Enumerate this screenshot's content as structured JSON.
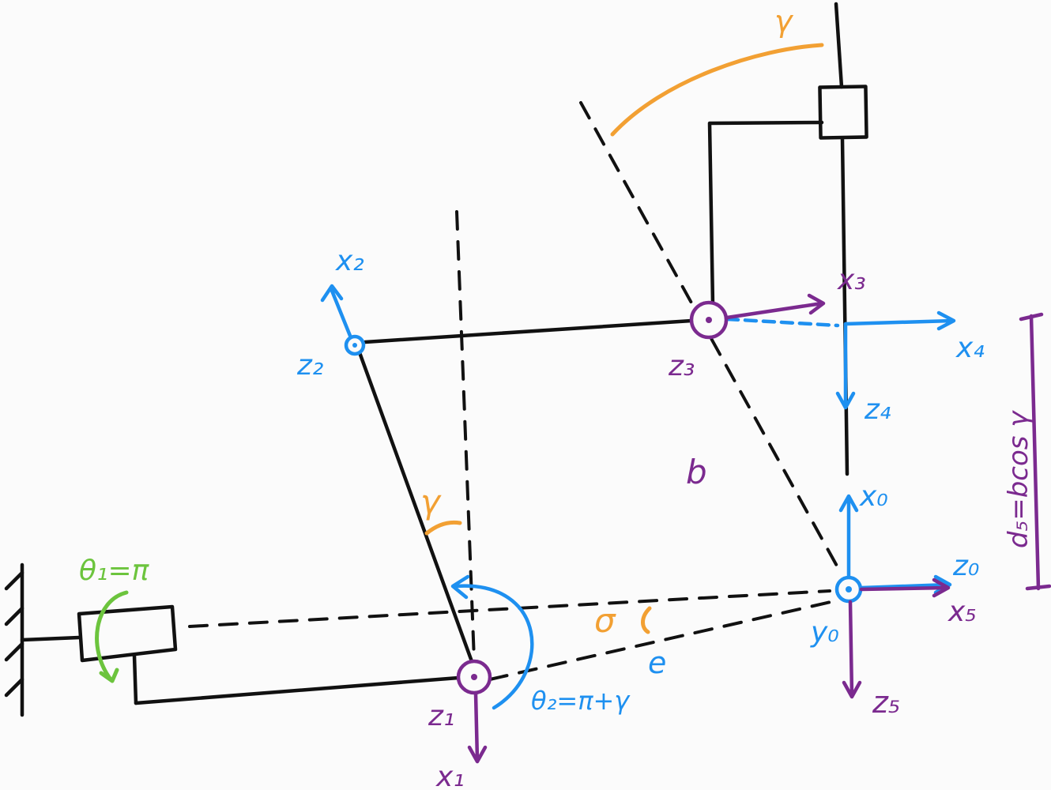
{
  "labels": {
    "x1": "x₁",
    "z1": "z₁",
    "x2": "x₂",
    "z2": "z₂",
    "x3": "x₃",
    "z3": "z₃",
    "x4": "x₄",
    "z4": "z₄",
    "x0": "x₀",
    "z0": "z₀",
    "y0": "y₀",
    "x5": "x₅",
    "z5": "z₅",
    "b": "b",
    "e": "e",
    "sigma": "σ",
    "gamma_top": "γ",
    "gamma_mid": "γ",
    "theta1": "θ₁=π",
    "theta2": "θ₂=π+γ",
    "d5": "d₅=bcos γ"
  },
  "colors": {
    "blue": "#1e90f0",
    "purple": "#7b2a8f",
    "orange": "#f2a033",
    "green": "#6cc43d",
    "ink": "#111111"
  }
}
